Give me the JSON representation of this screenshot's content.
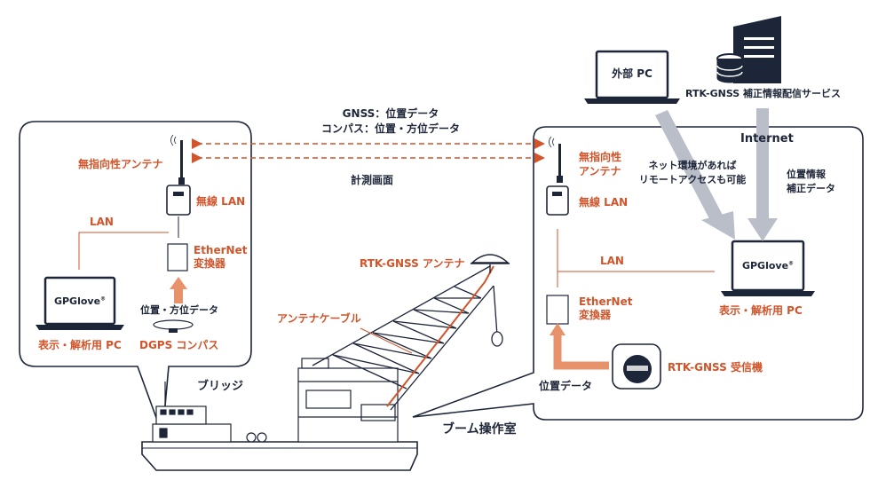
{
  "link": {
    "line1": "GNSS：位置データ",
    "line2": "コンパス：位置・方位データ",
    "measure": "計測画面"
  },
  "bridge_panel": {
    "antenna": "無指向性アンテナ",
    "wlan": "無線 LAN",
    "lan": "LAN",
    "ethernet_line1": "EtherNet",
    "ethernet_line2": "変換器",
    "app_logo": "GPGlove",
    "pc": "表示・解析用 PC",
    "position_data": "位置・方位データ",
    "compass": "DGPS コンパス"
  },
  "boom_panel": {
    "antenna_line1": "無指向性",
    "antenna_line2": "アンテナ",
    "wlan": "無線 LAN",
    "lan": "LAN",
    "ethernet_line1": "EtherNet",
    "ethernet_line2": "変換器",
    "app_logo": "GPGlove",
    "pc": "表示・解析用 PC",
    "receiver": "RTK-GNSS 受信機",
    "position_data": "位置データ",
    "internet": "Internet",
    "remote_line1": "ネット環境があれば",
    "remote_line2": "リモートアクセスも可能",
    "info_line1": "位置情報",
    "info_line2": "補正データ"
  },
  "external": {
    "pc": "外部 PC",
    "service": "RTK-GNSS 補正情報配信サービス"
  },
  "vessel": {
    "rtk_antenna": "RTK-GNSS アンテナ",
    "antenna_cable": "アンテナケーブル",
    "bridge": "ブリッジ",
    "boom_room": "ブーム操作室"
  },
  "colors": {
    "accent": "#d2542a",
    "navy": "#1d2538",
    "arrow_grey": "#b9bec8"
  }
}
